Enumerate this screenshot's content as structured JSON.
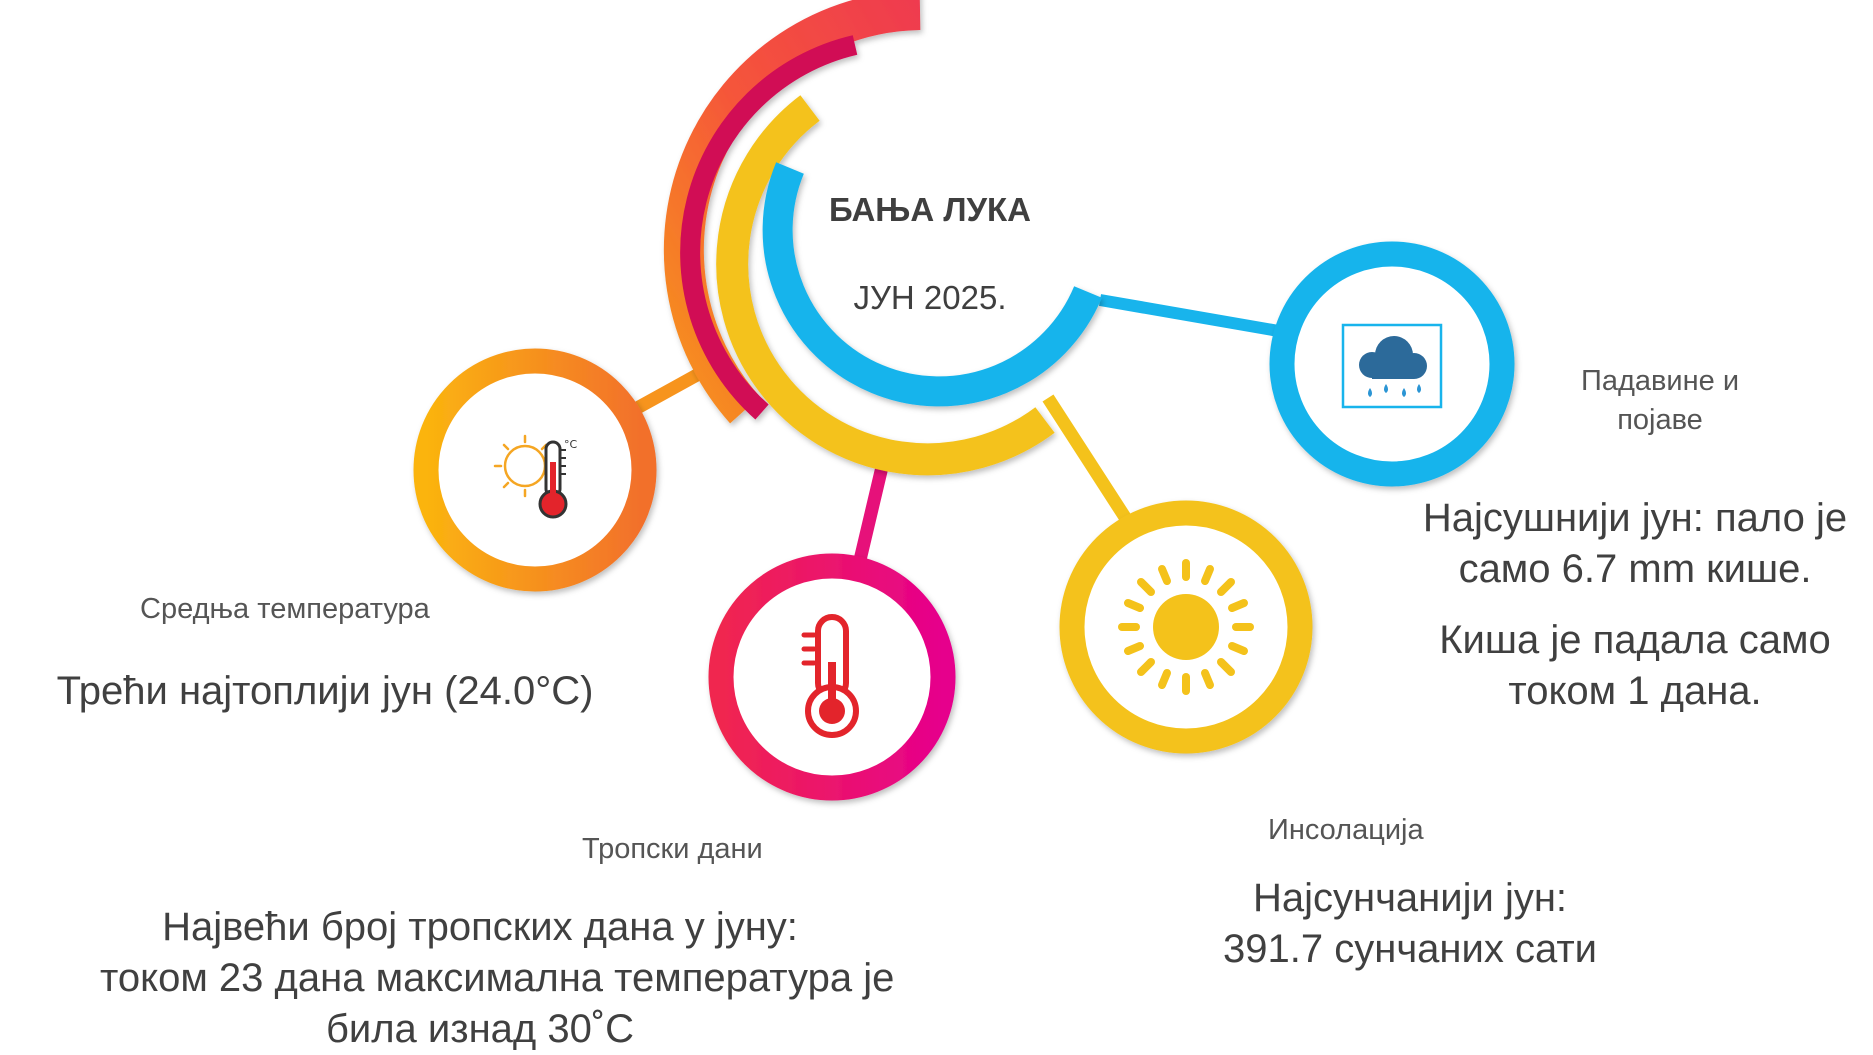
{
  "header": {
    "city": "БАЊА ЛУКА",
    "period": "ЈУН 2025."
  },
  "colors": {
    "orange": "#f7941d",
    "red": "#ef3b36",
    "magenta": "#e6007e",
    "yellow": "#f4c21b",
    "blue": "#18b4ec",
    "temp_icon_red": "#e3242b"
  },
  "cards": {
    "temperature": {
      "icon": "sun-thermometer-icon",
      "label": "Средња температура",
      "lines": [
        "Трећи најтоплији јун (24.0°C)"
      ]
    },
    "tropical": {
      "icon": "thermometer-icon",
      "label": "Тропски дани",
      "lines": [
        "Највећи број тропских дана у јуну:",
        "током 23 дана максимална температура је",
        "била изнад 30˚C"
      ]
    },
    "insolation": {
      "icon": "sun-icon",
      "label": "Инсолација",
      "lines": [
        "Најсунчанији јун:",
        "391.7 сунчаних сати"
      ]
    },
    "precipitation": {
      "icon": "rain-cloud-icon",
      "label_lines": [
        "Падавине и",
        "појаве"
      ],
      "lines": [
        "Најсушнији јун: пало је",
        "само 6.7 mm кише.",
        "",
        "Киша је падала само",
        "током 1 дана."
      ]
    }
  }
}
